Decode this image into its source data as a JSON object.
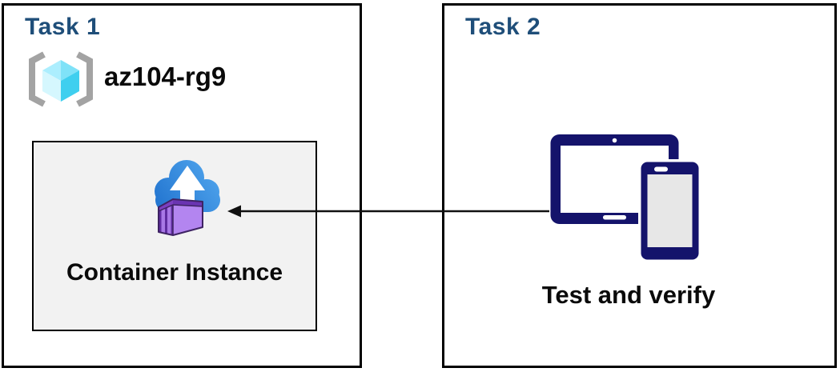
{
  "task1": {
    "title": "Task 1",
    "resource_group_name": "az104-rg9",
    "container_label": "Container Instance"
  },
  "task2": {
    "title": "Task 2",
    "devices_label": "Test and verify"
  },
  "arrow": {
    "from": "task2-devices",
    "to": "task1-container-instance",
    "direction": "left"
  },
  "colors": {
    "header_blue": "#1F4E79",
    "box_border": "#000000",
    "gray_box_fill": "#F2F2F2",
    "text_black": "#0A0A0A",
    "device_navy": "#14136B",
    "phone_screen": "#E7E7E7",
    "bracket_gray": "#A3A3A3",
    "cube_top_left": "#ACEEFE",
    "cube_top_right": "#7FE2F8",
    "cube_left": "#D5F7FE",
    "cube_right": "#3FCFEF",
    "cloud_dark": "#1B6DCB",
    "cloud_light": "#57ACF1",
    "container_left": "#5F2CA0",
    "container_right": "#B385F0",
    "container_top_left": "#7B3FC0",
    "container_top_right": "#6A34B2",
    "container_stripe": "#A878E6",
    "container_outline": "#3E2363",
    "arrow_black": "#111111"
  }
}
